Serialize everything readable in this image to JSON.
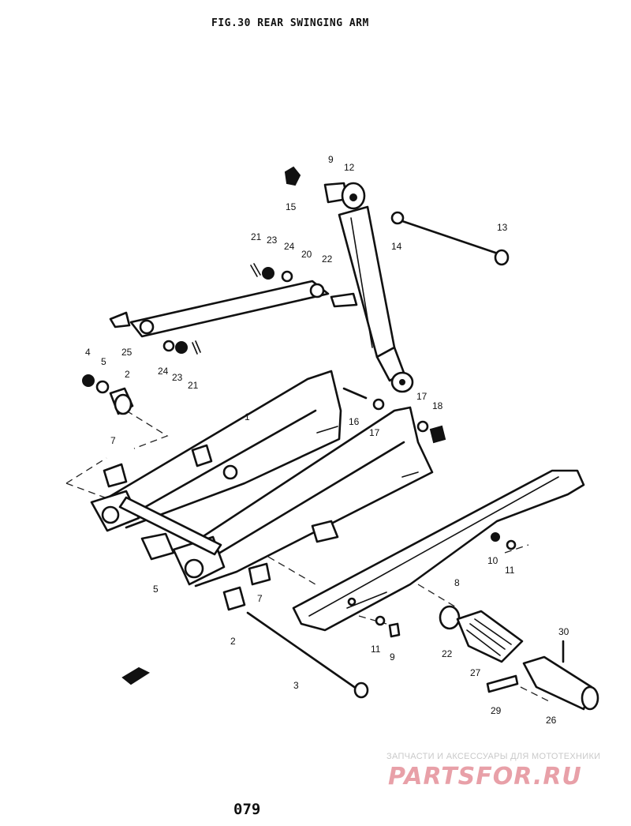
{
  "figure": {
    "title": "FIG.30  REAR SWINGING ARM",
    "page_number": "079"
  },
  "callouts": [
    {
      "id": "c9a",
      "text": "9"
    },
    {
      "id": "c12",
      "text": "12"
    },
    {
      "id": "c15",
      "text": "15"
    },
    {
      "id": "c13",
      "text": "13"
    },
    {
      "id": "c14",
      "text": "14"
    },
    {
      "id": "c21a",
      "text": "21"
    },
    {
      "id": "c23a",
      "text": "23"
    },
    {
      "id": "c24a",
      "text": "24"
    },
    {
      "id": "c20",
      "text": "20"
    },
    {
      "id": "c22a",
      "text": "22"
    },
    {
      "id": "c25",
      "text": "25"
    },
    {
      "id": "c24b",
      "text": "24"
    },
    {
      "id": "c23b",
      "text": "23"
    },
    {
      "id": "c21b",
      "text": "21"
    },
    {
      "id": "c4",
      "text": "4"
    },
    {
      "id": "c5a",
      "text": "5"
    },
    {
      "id": "c2a",
      "text": "2"
    },
    {
      "id": "c1",
      "text": "1"
    },
    {
      "id": "c16",
      "text": "16"
    },
    {
      "id": "c17a",
      "text": "17"
    },
    {
      "id": "c17b",
      "text": "17"
    },
    {
      "id": "c18",
      "text": "18"
    },
    {
      "id": "c7a",
      "text": "7"
    },
    {
      "id": "c10",
      "text": "10"
    },
    {
      "id": "c11a",
      "text": "11"
    },
    {
      "id": "c5b",
      "text": "5"
    },
    {
      "id": "c8",
      "text": "8"
    },
    {
      "id": "c7b",
      "text": "7"
    },
    {
      "id": "c2b",
      "text": "2"
    },
    {
      "id": "c11b",
      "text": "11"
    },
    {
      "id": "c9b",
      "text": "9"
    },
    {
      "id": "c22b",
      "text": "22"
    },
    {
      "id": "c27",
      "text": "27"
    },
    {
      "id": "c30",
      "text": "30"
    },
    {
      "id": "c3",
      "text": "3"
    },
    {
      "id": "c29",
      "text": "29"
    },
    {
      "id": "c26",
      "text": "26"
    }
  ],
  "watermark": {
    "tagline": "ЗАПЧАСТИ И АКСЕССУАРЫ ДЛЯ МОТОТЕХНИКИ",
    "logo": "PARTSFOR.RU"
  }
}
